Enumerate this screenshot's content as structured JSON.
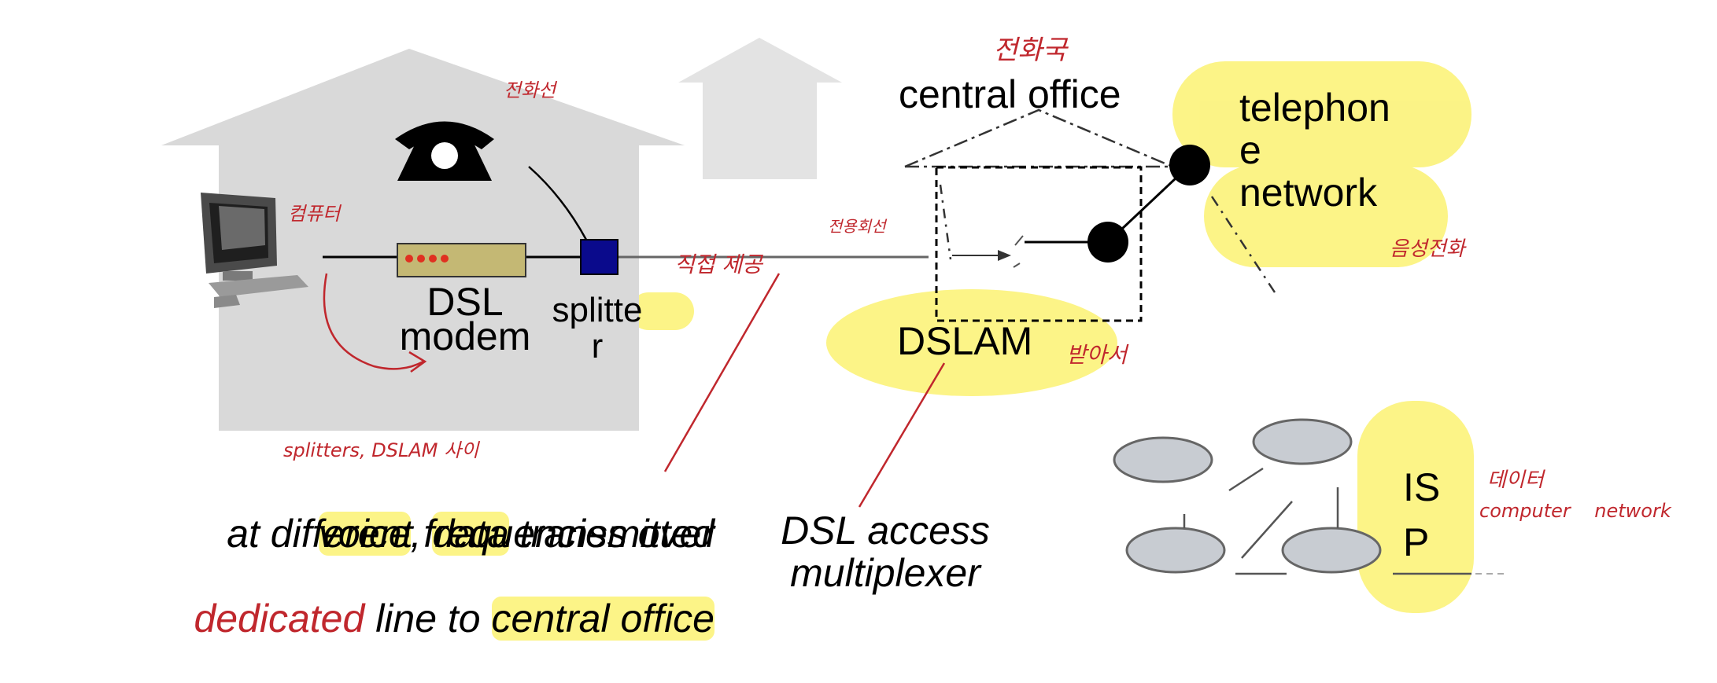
{
  "labels": {
    "central_office": "central office",
    "telephone_network": "telephon\ne\nnetwork",
    "dsl_modem": "DSL\nmodem",
    "splitter": "splitte\nr",
    "dslam": "DSLAM",
    "isp": "IS\nP",
    "access_mux": "DSL access\nmultiplexer",
    "desc_voice": "voice",
    "desc_comma": ", ",
    "desc_data": "data",
    "desc_transmitted": " transmitted",
    "desc_line2": "at different frequencies over",
    "desc_dedicated": "dedicated",
    "desc_line_to": " line to ",
    "desc_central_office": "central office"
  },
  "notes": {
    "jeonhwaguk": "전화국",
    "jeonhwaseon": "전화선",
    "keompyuteo": "컴퓨터",
    "jeonyong": "전용회선",
    "jikjeop": "직접 제공",
    "eumseong": "음성전화",
    "bada": "받아서",
    "splitters_dslam": "splitters, DSLAM 사이",
    "deiteo": "데이터",
    "computer_network": "computer    network"
  },
  "colors": {
    "highlight": "#faee46",
    "annotation_red": "#c0272d",
    "house_gray": "#d9d9d9",
    "splitter_blue": "#0a0a8c",
    "isp_node": "#c8ccd2"
  }
}
